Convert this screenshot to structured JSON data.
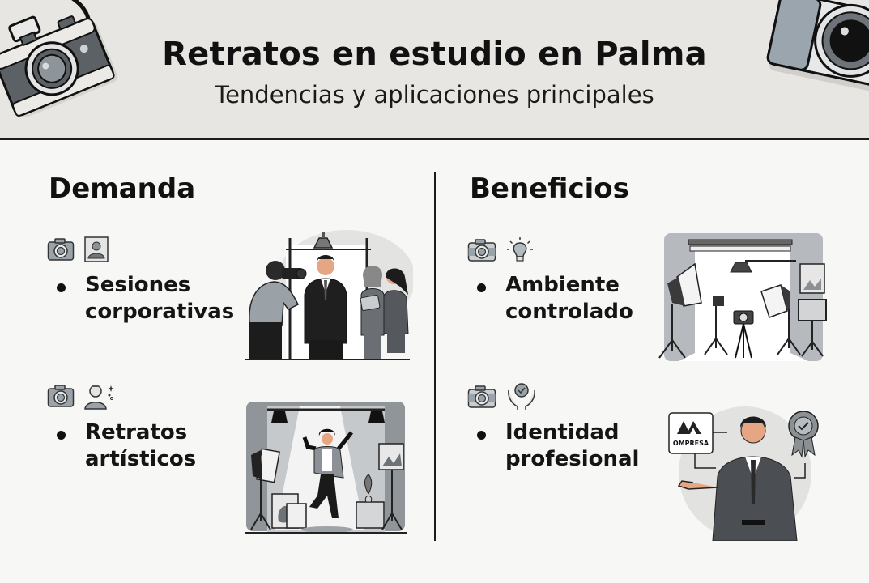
{
  "header": {
    "title": "Retratos en estudio en Palma",
    "subtitle": "Tendencias y aplicaciones principales",
    "decorations": [
      "camera-icon-left",
      "camera-icon-right"
    ]
  },
  "sections": [
    {
      "title": "Demanda",
      "items": [
        {
          "icons": [
            "camera-icon",
            "portrait-frame-icon"
          ],
          "label_line1": "Sesiones",
          "label_line2": "corporativas",
          "illustration": "corporate-photo-session"
        },
        {
          "icons": [
            "camera-icon",
            "person-sparkle-icon"
          ],
          "label_line1": "Retratos",
          "label_line2": "artísticos",
          "illustration": "artistic-dance-portrait"
        }
      ]
    },
    {
      "title": "Beneficios",
      "items": [
        {
          "icons": [
            "camera-icon",
            "lightbulb-icon"
          ],
          "label_line1": "Ambiente",
          "label_line2": "controlado",
          "illustration": "studio-lighting-setup"
        },
        {
          "icons": [
            "camera-icon",
            "hands-check-icon"
          ],
          "label_line1": "Identidad",
          "label_line2": "profesional",
          "illustration": "professional-branding",
          "logo_text": "OMPRESA"
        }
      ]
    }
  ],
  "colors": {
    "header_bg": "#e8e6e2",
    "body_bg": "#f7f7f6",
    "text": "#111111",
    "icon_gray": "#9aa3aa",
    "suit_dark": "#2b2b2b",
    "skin": "#e8a585"
  }
}
